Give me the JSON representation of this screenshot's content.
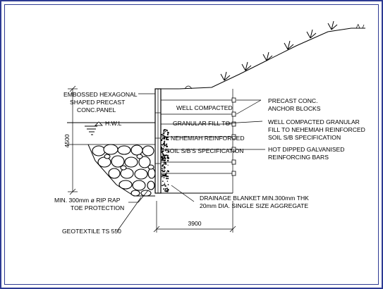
{
  "labels": {
    "panel_line1": "EMBOSSED HEXAGONAL",
    "panel_line2": "SHAPED PRECAST",
    "panel_line3": "CONC.PANEL",
    "hwl": "H.W.L",
    "height_dim": "4500",
    "width_dim": "3900",
    "anchor_line1": "PRECAST CONC.",
    "anchor_line2": "ANCHOR BLOCKS",
    "fill_inside_1": "WELL COMPACTED",
    "fill_inside_2": "GRANULAR FILL TO",
    "fill_inside_3": "NEHEMIAH REINFORCED",
    "fill_inside_4": "SOIL S/B'S SPECIFICATION",
    "fill_line1": "WELL COMPACTED GRANULAR",
    "fill_line2": "FILL TO NEHEMIAH REINFORCED",
    "fill_line3": "SOIL S/B SPECIFICATION",
    "bars_line1": "HOT DIPPED GALVANISED",
    "bars_line2": "REINFORCING BARS",
    "riprap_line1": "MIN. 300mm ø RIP RAP",
    "riprap_line2": "TOE PROTECTION",
    "drain_line1": "DRAINAGE BLANKET MIN.300mm THK",
    "drain_line2": "20mm DIA. SINGLE SIZE AGGREGATE",
    "geotextile": "GEOTEXTILE TS 550"
  }
}
